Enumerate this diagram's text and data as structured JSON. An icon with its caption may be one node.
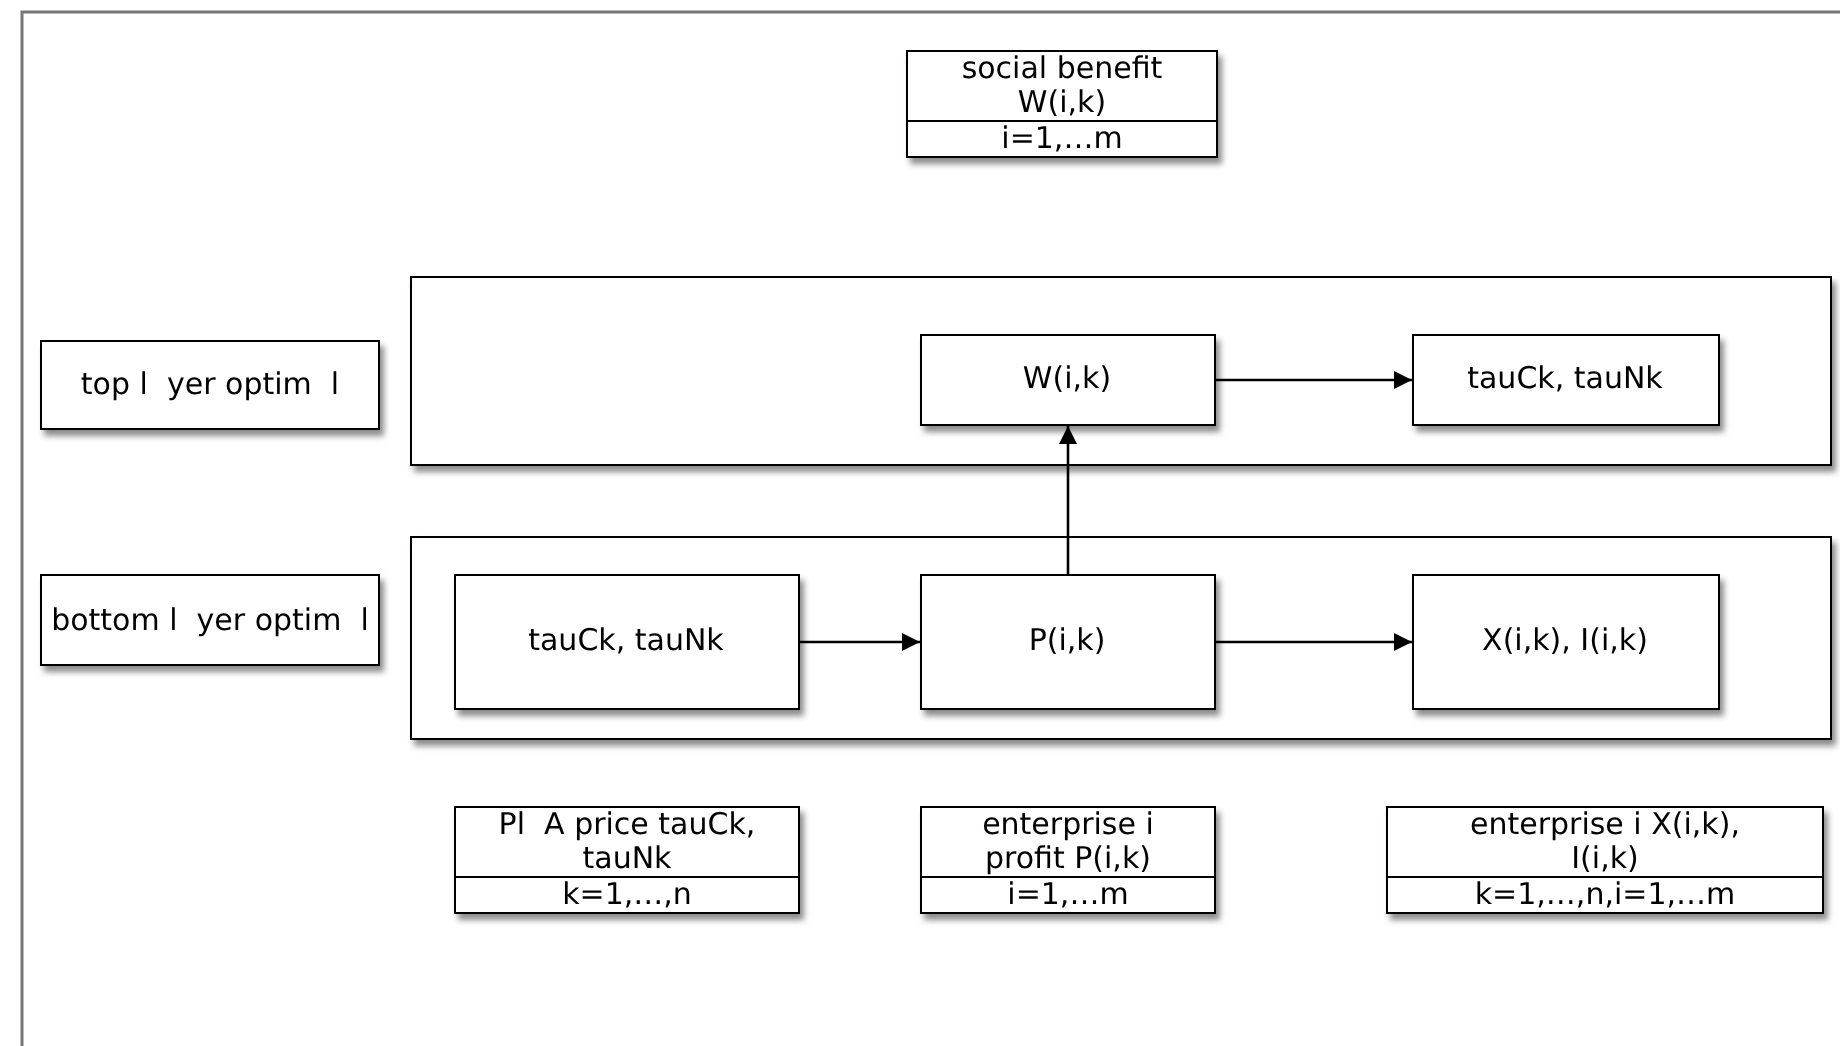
{
  "diagram": {
    "nodes": [
      {
        "text": [
          "social benefit W(i,k)",
          "i=1,…m"
        ]
      },
      {
        "text": [
          "top l  yer optim  l"
        ]
      },
      {
        "text": [],
        "shape": "box"
      },
      {
        "text": [
          "W(i,k)"
        ],
        "in": 2
      },
      {
        "text": [
          "tauCk, tauNk"
        ],
        "in": 2
      },
      {
        "text": [
          "bottom l  yer optim  l"
        ]
      },
      {
        "text": [],
        "shape": "box"
      },
      {
        "text": [
          "tauCk, tauNk"
        ],
        "in": 6
      },
      {
        "text": [
          "P(i,k)"
        ],
        "in": 6
      },
      {
        "text": [
          "X(i,k), I(i,k)"
        ],
        "in": 6
      },
      {
        "text": [
          "Pl  A price tauCk, tauNk",
          "k=1,…,n"
        ]
      },
      {
        "text": [
          "enterprise i profit P(i,k)",
          "i=1,…m"
        ]
      },
      {
        "text": [
          "enterprise i X(i,k), I(i,k)",
          "k=1,…,n,i=1,…m"
        ]
      }
    ],
    "edges": [
      {
        "from": 3,
        "to": 4,
        "arrow": "to"
      },
      {
        "from": 7,
        "to": 8,
        "arrow": "to"
      },
      {
        "from": 8,
        "to": 9,
        "arrow": "to"
      },
      {
        "from": 8,
        "to": 3,
        "arrow": "to"
      }
    ]
  }
}
